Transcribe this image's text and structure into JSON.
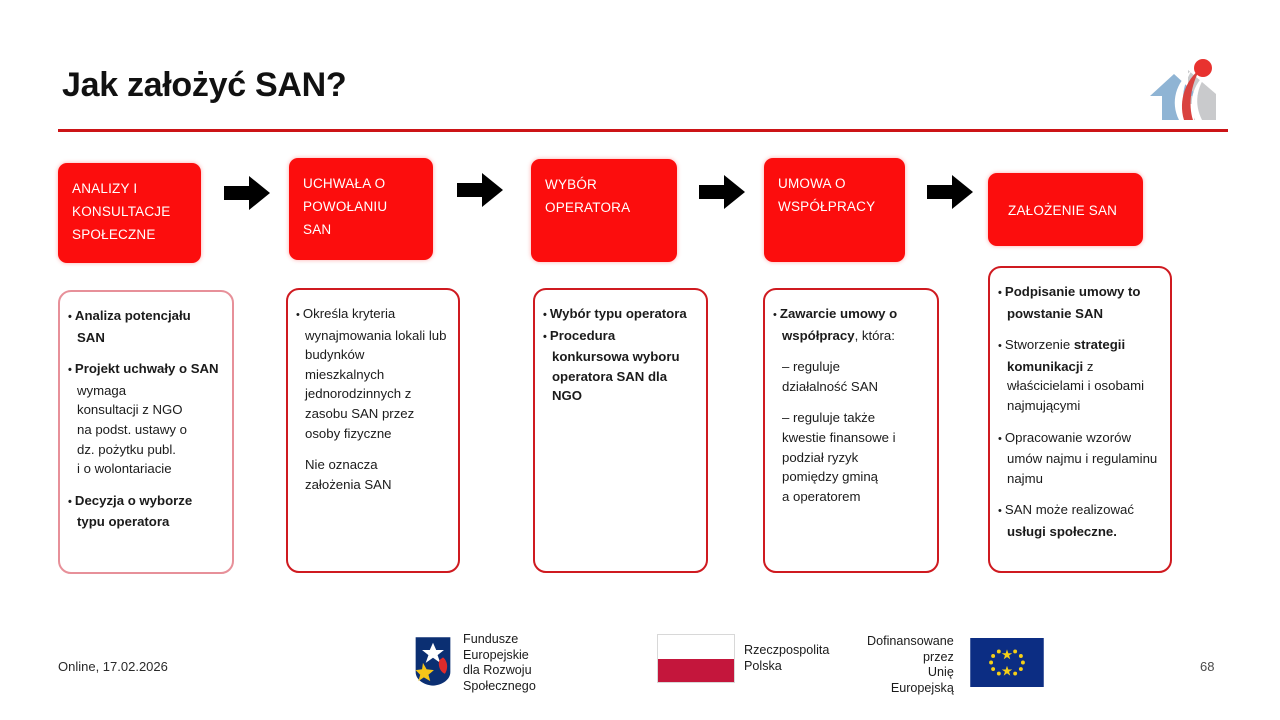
{
  "slide": {
    "title": "Jak założyć SAN?",
    "page_number": "68",
    "footer_date": "Online, 17.02.2026",
    "accent_color": "#cc1417",
    "process_color": "#fc0d0d",
    "logo_name": "house-people-logo"
  },
  "process": {
    "steps": [
      {
        "label": "ANALIZY I\nKONSULTACJE\nSPOŁECZNE"
      },
      {
        "label": "UCHWAŁA O\nPOWOŁANIU\nSAN"
      },
      {
        "label": "WYBÓR\nOPERATORA"
      },
      {
        "label": "UMOWA O\nWSPÓŁPRACY"
      },
      {
        "label": "ZAŁOŻENIE SAN"
      }
    ],
    "arrows": [
      "arrow-right-icon",
      "arrow-right-icon",
      "arrow-right-icon",
      "arrow-right-icon"
    ]
  },
  "details": {
    "col1": {
      "b1": "Analiza potencjału SAN",
      "b2_bold": "Projekt uchwały o SAN",
      "b2_rest": "wymaga\nkonsultacji z NGO\nna podst. ustawy o\ndz. pożytku publ.\n i o wolontariacie",
      "b3": "Decyzja o wyborze typu operatora"
    },
    "col2": {
      "b1": "Określa kryteria wynajmowania lokali lub budynków mieszkalnych jednorodzinnych z zasobu SAN przez osoby fizyczne",
      "note": " Nie oznacza\nzałożenia SAN"
    },
    "col3": {
      "b1": "Wybór typu operatora",
      "b2": "Procedura konkursowa wyboru operatora SAN dla NGO"
    },
    "col4": {
      "b1_bold": "Zawarcie umowy o współpracy",
      "b1_rest": ", która:",
      "sub1": " – reguluje\ndziałalność SAN",
      "sub2": "– reguluje także\nkwestie finansowe i\npodział ryzyk\npomiędzy gminą\na operatorem"
    },
    "col5": {
      "b1": "Podpisanie umowy to powstanie SAN",
      "b2_pre": "Stworzenie ",
      "b2_bold": "strategii komunikacji",
      "b2_post": " z właścicielami i osobami najmującymi",
      "b3": "Opracowanie wzorów umów najmu i regulaminu najmu",
      "b4_pre": "SAN może realizować ",
      "b4_bold": "usługi społeczne."
    }
  },
  "footer_logos": [
    {
      "name": "fundusze-europejskie-logo",
      "caption": "Fundusze Europejskie\ndla Rozwoju Społecznego"
    },
    {
      "name": "rzeczpospolita-polska-flag",
      "caption": "Rzeczpospolita\nPolska"
    },
    {
      "name": "european-union-flag",
      "caption": "Dofinansowane przez\nUnię Europejską"
    }
  ]
}
